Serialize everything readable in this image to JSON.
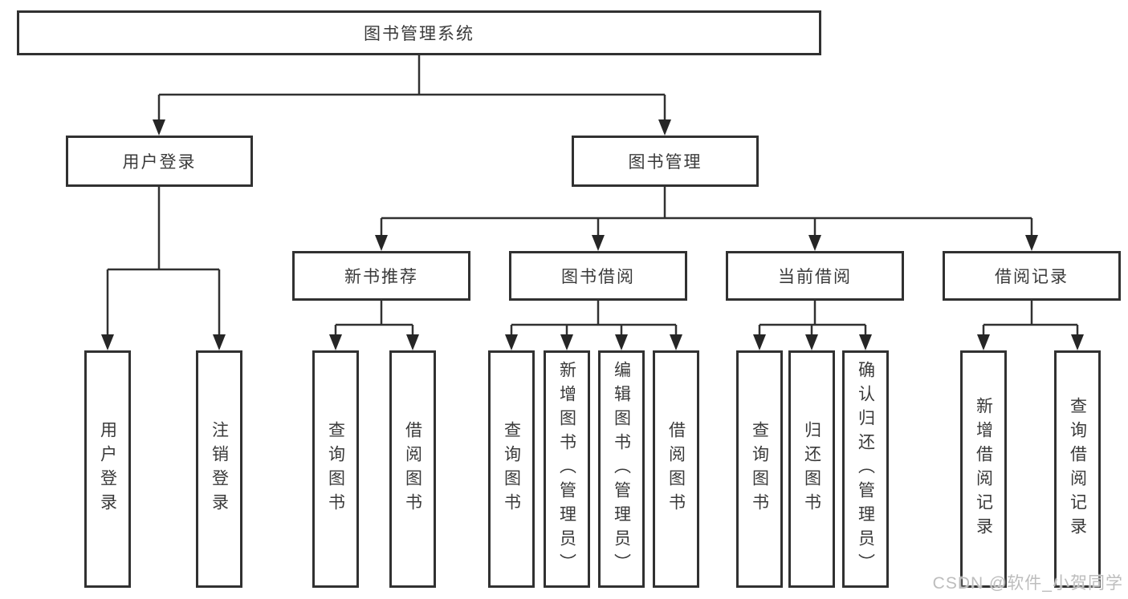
{
  "tree": {
    "root": {
      "label": "图书管理系统"
    },
    "branches": [
      {
        "label": "用户登录",
        "children": [
          {
            "label": "用户登录"
          },
          {
            "label": "注销登录"
          }
        ]
      },
      {
        "label": "图书管理",
        "children": [
          {
            "label": "新书推荐",
            "children": [
              {
                "label": "查询图书"
              },
              {
                "label": "借阅图书"
              }
            ]
          },
          {
            "label": "图书借阅",
            "children": [
              {
                "label": "查询图书"
              },
              {
                "label": "新增图书（管理员）"
              },
              {
                "label": "编辑图书（管理员）"
              },
              {
                "label": "借阅图书"
              }
            ]
          },
          {
            "label": "当前借阅",
            "children": [
              {
                "label": "查询图书"
              },
              {
                "label": "归还图书"
              },
              {
                "label": "确认归还（管理员）"
              }
            ]
          },
          {
            "label": "借阅记录",
            "children": [
              {
                "label": "新增借阅记录"
              },
              {
                "label": "查询借阅记录"
              }
            ]
          }
        ]
      }
    ],
    "watermark": "CSDN @软件_小贺同学",
    "colors": {
      "line": "#313131",
      "arrow": "#262626",
      "text": "#3a3a3a",
      "watermark_text": "#bdbdbd",
      "background": "#ffffff"
    }
  }
}
